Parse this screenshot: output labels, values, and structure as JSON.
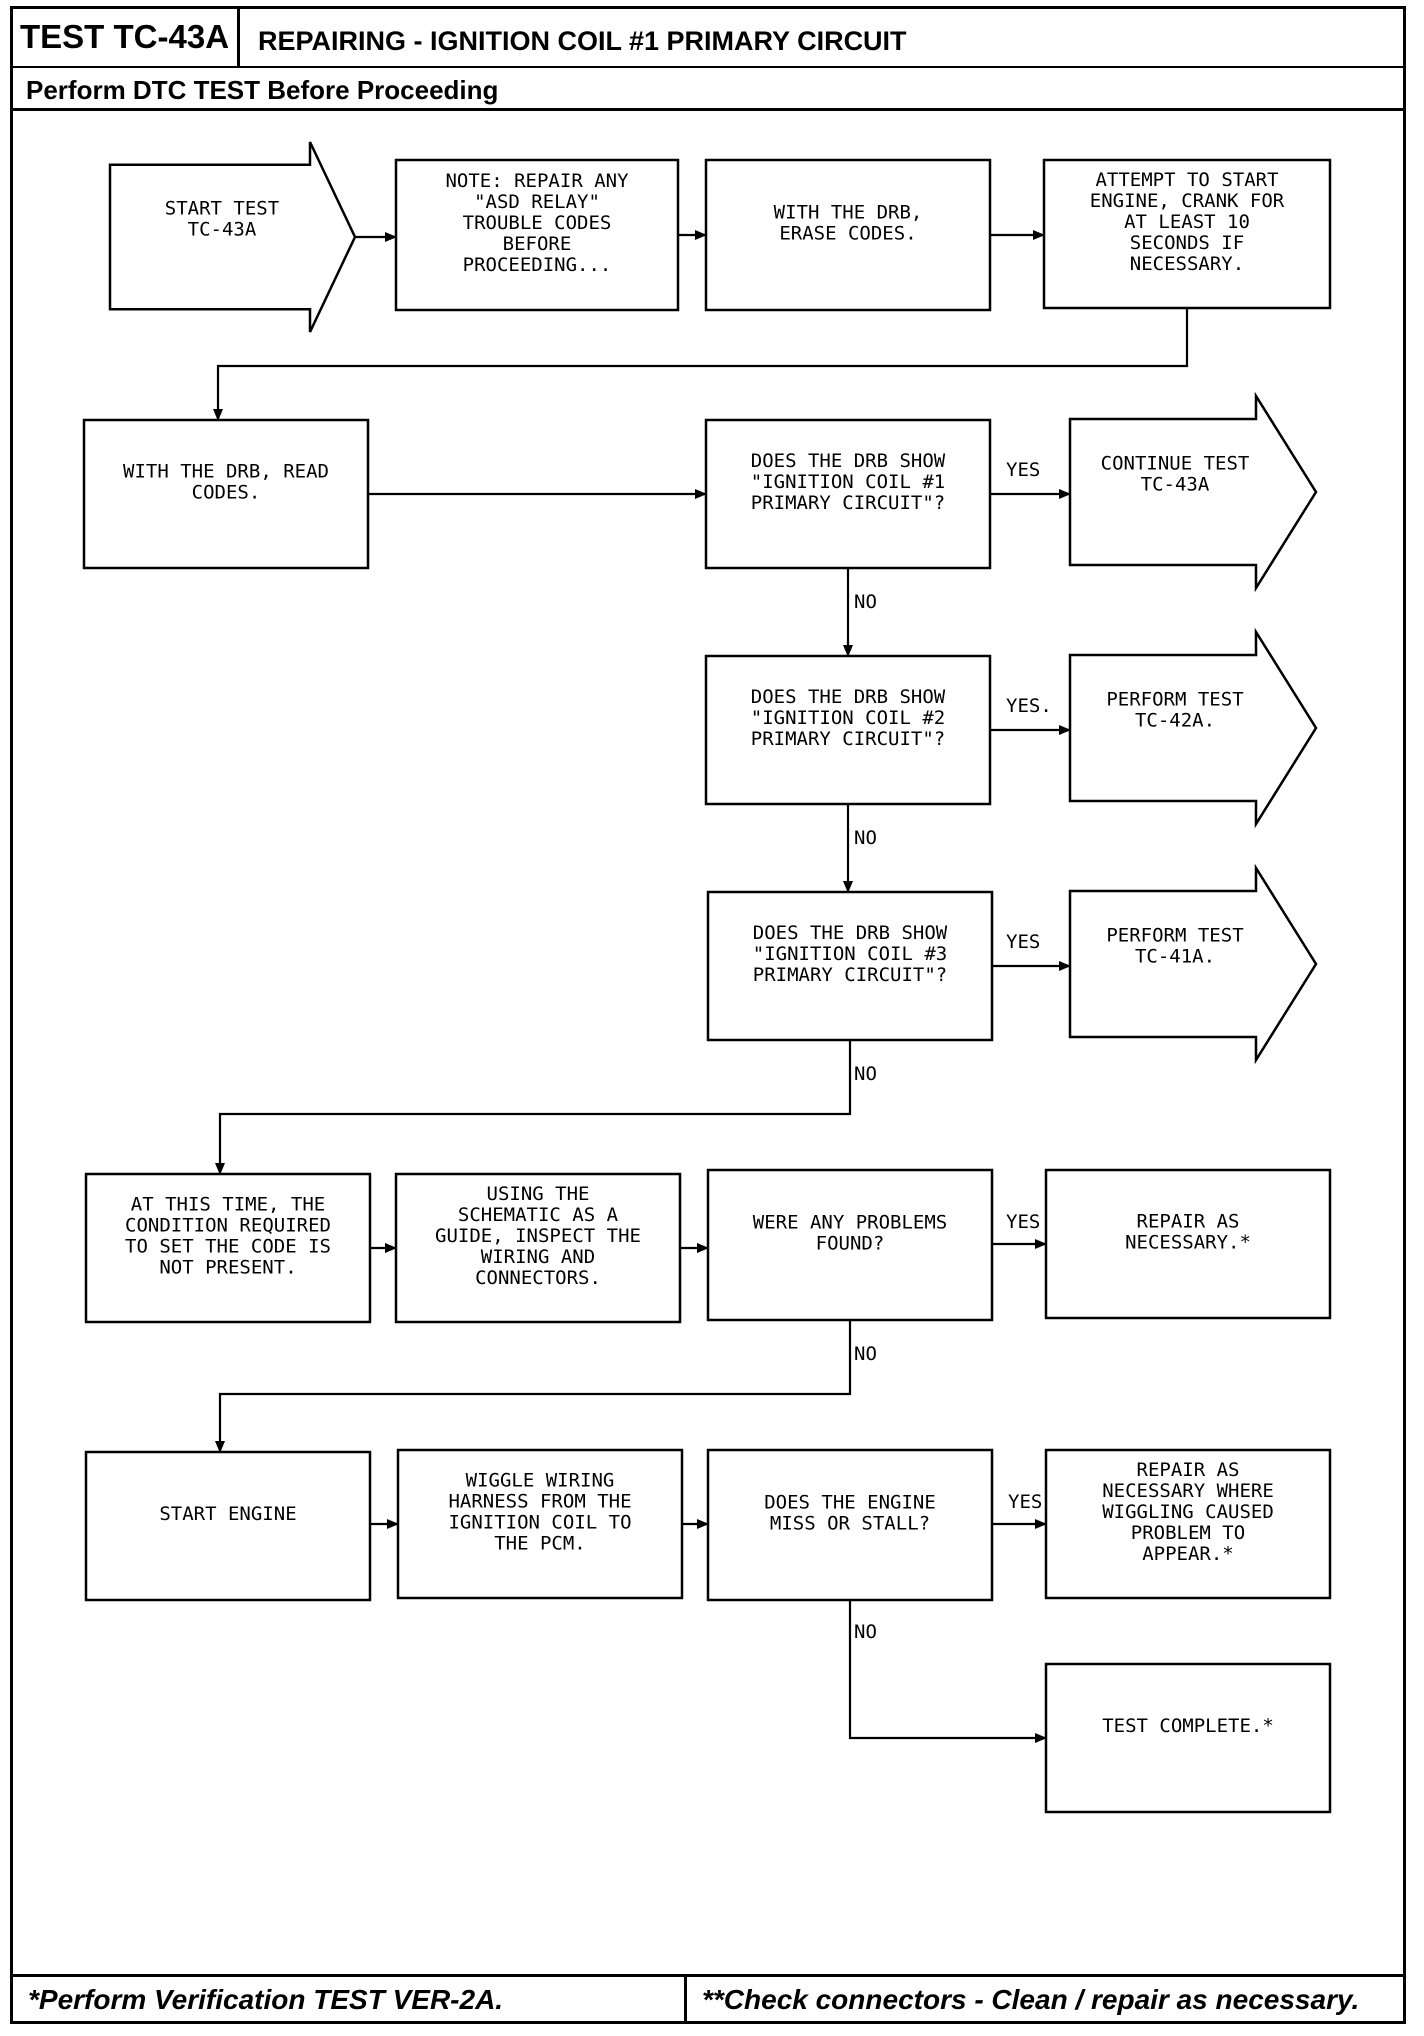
{
  "header": {
    "test_id": "TEST TC-43A",
    "title": "REPAIRING - IGNITION COIL #1 PRIMARY CIRCUIT",
    "subtitle": "Perform DTC TEST Before Proceeding"
  },
  "footer": {
    "left": "*Perform Verification TEST VER-2A.",
    "right": "**Check connectors - Clean / repair as necessary."
  },
  "nodes": {
    "start": [
      "START TEST",
      "TC-43A"
    ],
    "note": [
      "NOTE: REPAIR ANY",
      "\"ASD RELAY\"",
      "TROUBLE CODES",
      "BEFORE",
      "PROCEEDING..."
    ],
    "erase": [
      "WITH THE DRB,",
      "ERASE CODES."
    ],
    "attempt": [
      "ATTEMPT TO START",
      "ENGINE, CRANK FOR",
      "AT LEAST 10",
      "SECONDS IF",
      "NECESSARY."
    ],
    "read": [
      "WITH THE DRB, READ",
      "CODES."
    ],
    "q1": [
      "DOES THE DRB SHOW",
      "\"IGNITION COIL #1",
      "PRIMARY CIRCUIT\"?"
    ],
    "continue": [
      "CONTINUE TEST",
      "TC-43A"
    ],
    "q2": [
      "DOES THE DRB SHOW",
      "\"IGNITION COIL #2",
      "PRIMARY CIRCUIT\"?"
    ],
    "tc42": [
      "PERFORM TEST",
      "TC-42A."
    ],
    "q3": [
      "DOES THE DRB SHOW",
      "\"IGNITION COIL #3",
      "PRIMARY CIRCUIT\"?"
    ],
    "tc41": [
      "PERFORM TEST",
      "TC-41A."
    ],
    "notpresent": [
      "AT THIS TIME, THE",
      "CONDITION REQUIRED",
      "TO SET THE CODE IS",
      "NOT PRESENT."
    ],
    "schematic": [
      "USING THE",
      "SCHEMATIC AS A",
      "GUIDE, INSPECT THE",
      "WIRING AND",
      "CONNECTORS."
    ],
    "problems": [
      "WERE ANY PROBLEMS",
      "FOUND?"
    ],
    "repair1": [
      "REPAIR AS",
      "NECESSARY.*"
    ],
    "startengine": [
      "START ENGINE"
    ],
    "wiggle": [
      "WIGGLE WIRING",
      "HARNESS FROM THE",
      "IGNITION COIL TO",
      "THE PCM."
    ],
    "miss": [
      "DOES THE ENGINE",
      "MISS OR STALL?"
    ],
    "repair2": [
      "REPAIR AS",
      "NECESSARY WHERE",
      "WIGGLING CAUSED",
      "PROBLEM TO",
      "APPEAR.*"
    ],
    "complete": [
      "TEST COMPLETE.*"
    ]
  },
  "labels": {
    "yes1": "YES",
    "no1": "NO",
    "yes2": "YES.",
    "no2": "NO",
    "yes3": "YES",
    "no3": "NO",
    "yes4": "YES",
    "no4": "NO",
    "yes5": "YES",
    "no5": "NO"
  }
}
